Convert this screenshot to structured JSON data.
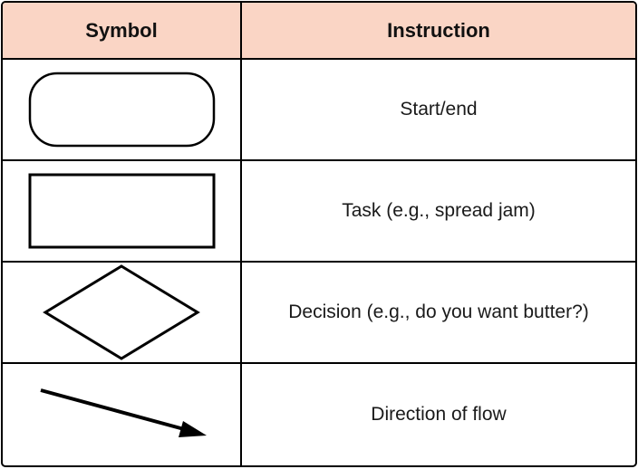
{
  "table": {
    "headers": {
      "symbol": "Symbol",
      "instruction": "Instruction"
    },
    "rows": [
      {
        "symbol_icon": "stadium-rounded-rectangle-icon",
        "instruction": "Start/end"
      },
      {
        "symbol_icon": "rectangle-icon",
        "instruction": "Task (e.g., spread jam)"
      },
      {
        "symbol_icon": "diamond-icon",
        "instruction": "Decision (e.g., do you want butter?)"
      },
      {
        "symbol_icon": "arrow-icon",
        "instruction": "Direction of flow"
      }
    ]
  },
  "colors": {
    "header_background": "#FAD5C5",
    "border": "#000000",
    "text": "#1A1A1A"
  }
}
